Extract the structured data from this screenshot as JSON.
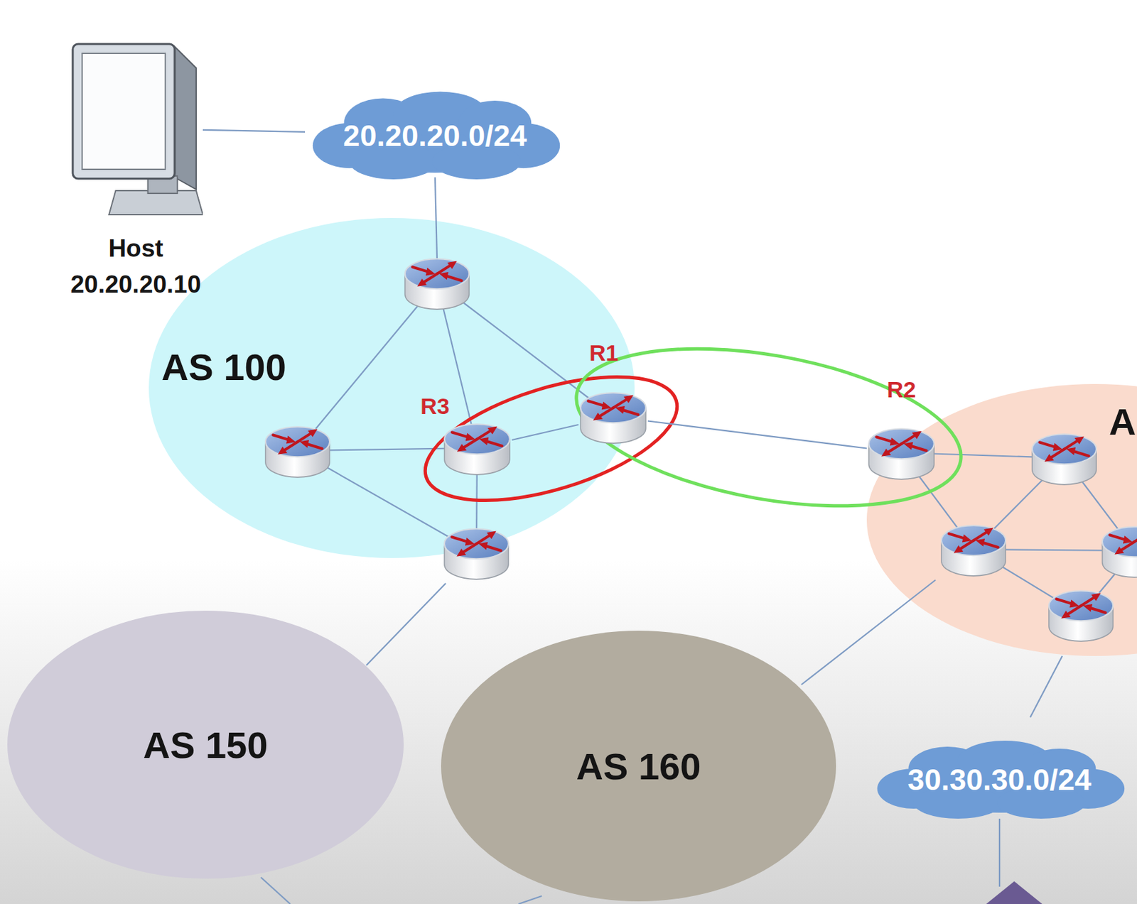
{
  "diagram": {
    "nodes": [
      {
        "text": [
          "Host",
          "20.20.20.10"
        ]
      },
      {
        "text": [
          "20.20.20.0/24"
        ]
      },
      {
        "text": [
          "AS 100"
        ]
      },
      {
        "text": [
          "R3"
        ],
        "in": 2
      },
      {
        "text": [
          "R1"
        ],
        "in": 2
      },
      {
        "text": [
          "A"
        ]
      },
      {
        "text": [
          "R2"
        ],
        "in": 5
      },
      {
        "text": [
          "AS 150"
        ]
      },
      {
        "text": [
          "AS 160"
        ]
      },
      {
        "text": [
          "30.30.30.0/24"
        ]
      }
    ],
    "edges": [
      {
        "from": 0,
        "to": 1,
        "arrow": "none"
      },
      {
        "from": 3,
        "to": 4,
        "arrow": "none"
      },
      {
        "from": 4,
        "to": 6,
        "arrow": "none"
      }
    ]
  }
}
